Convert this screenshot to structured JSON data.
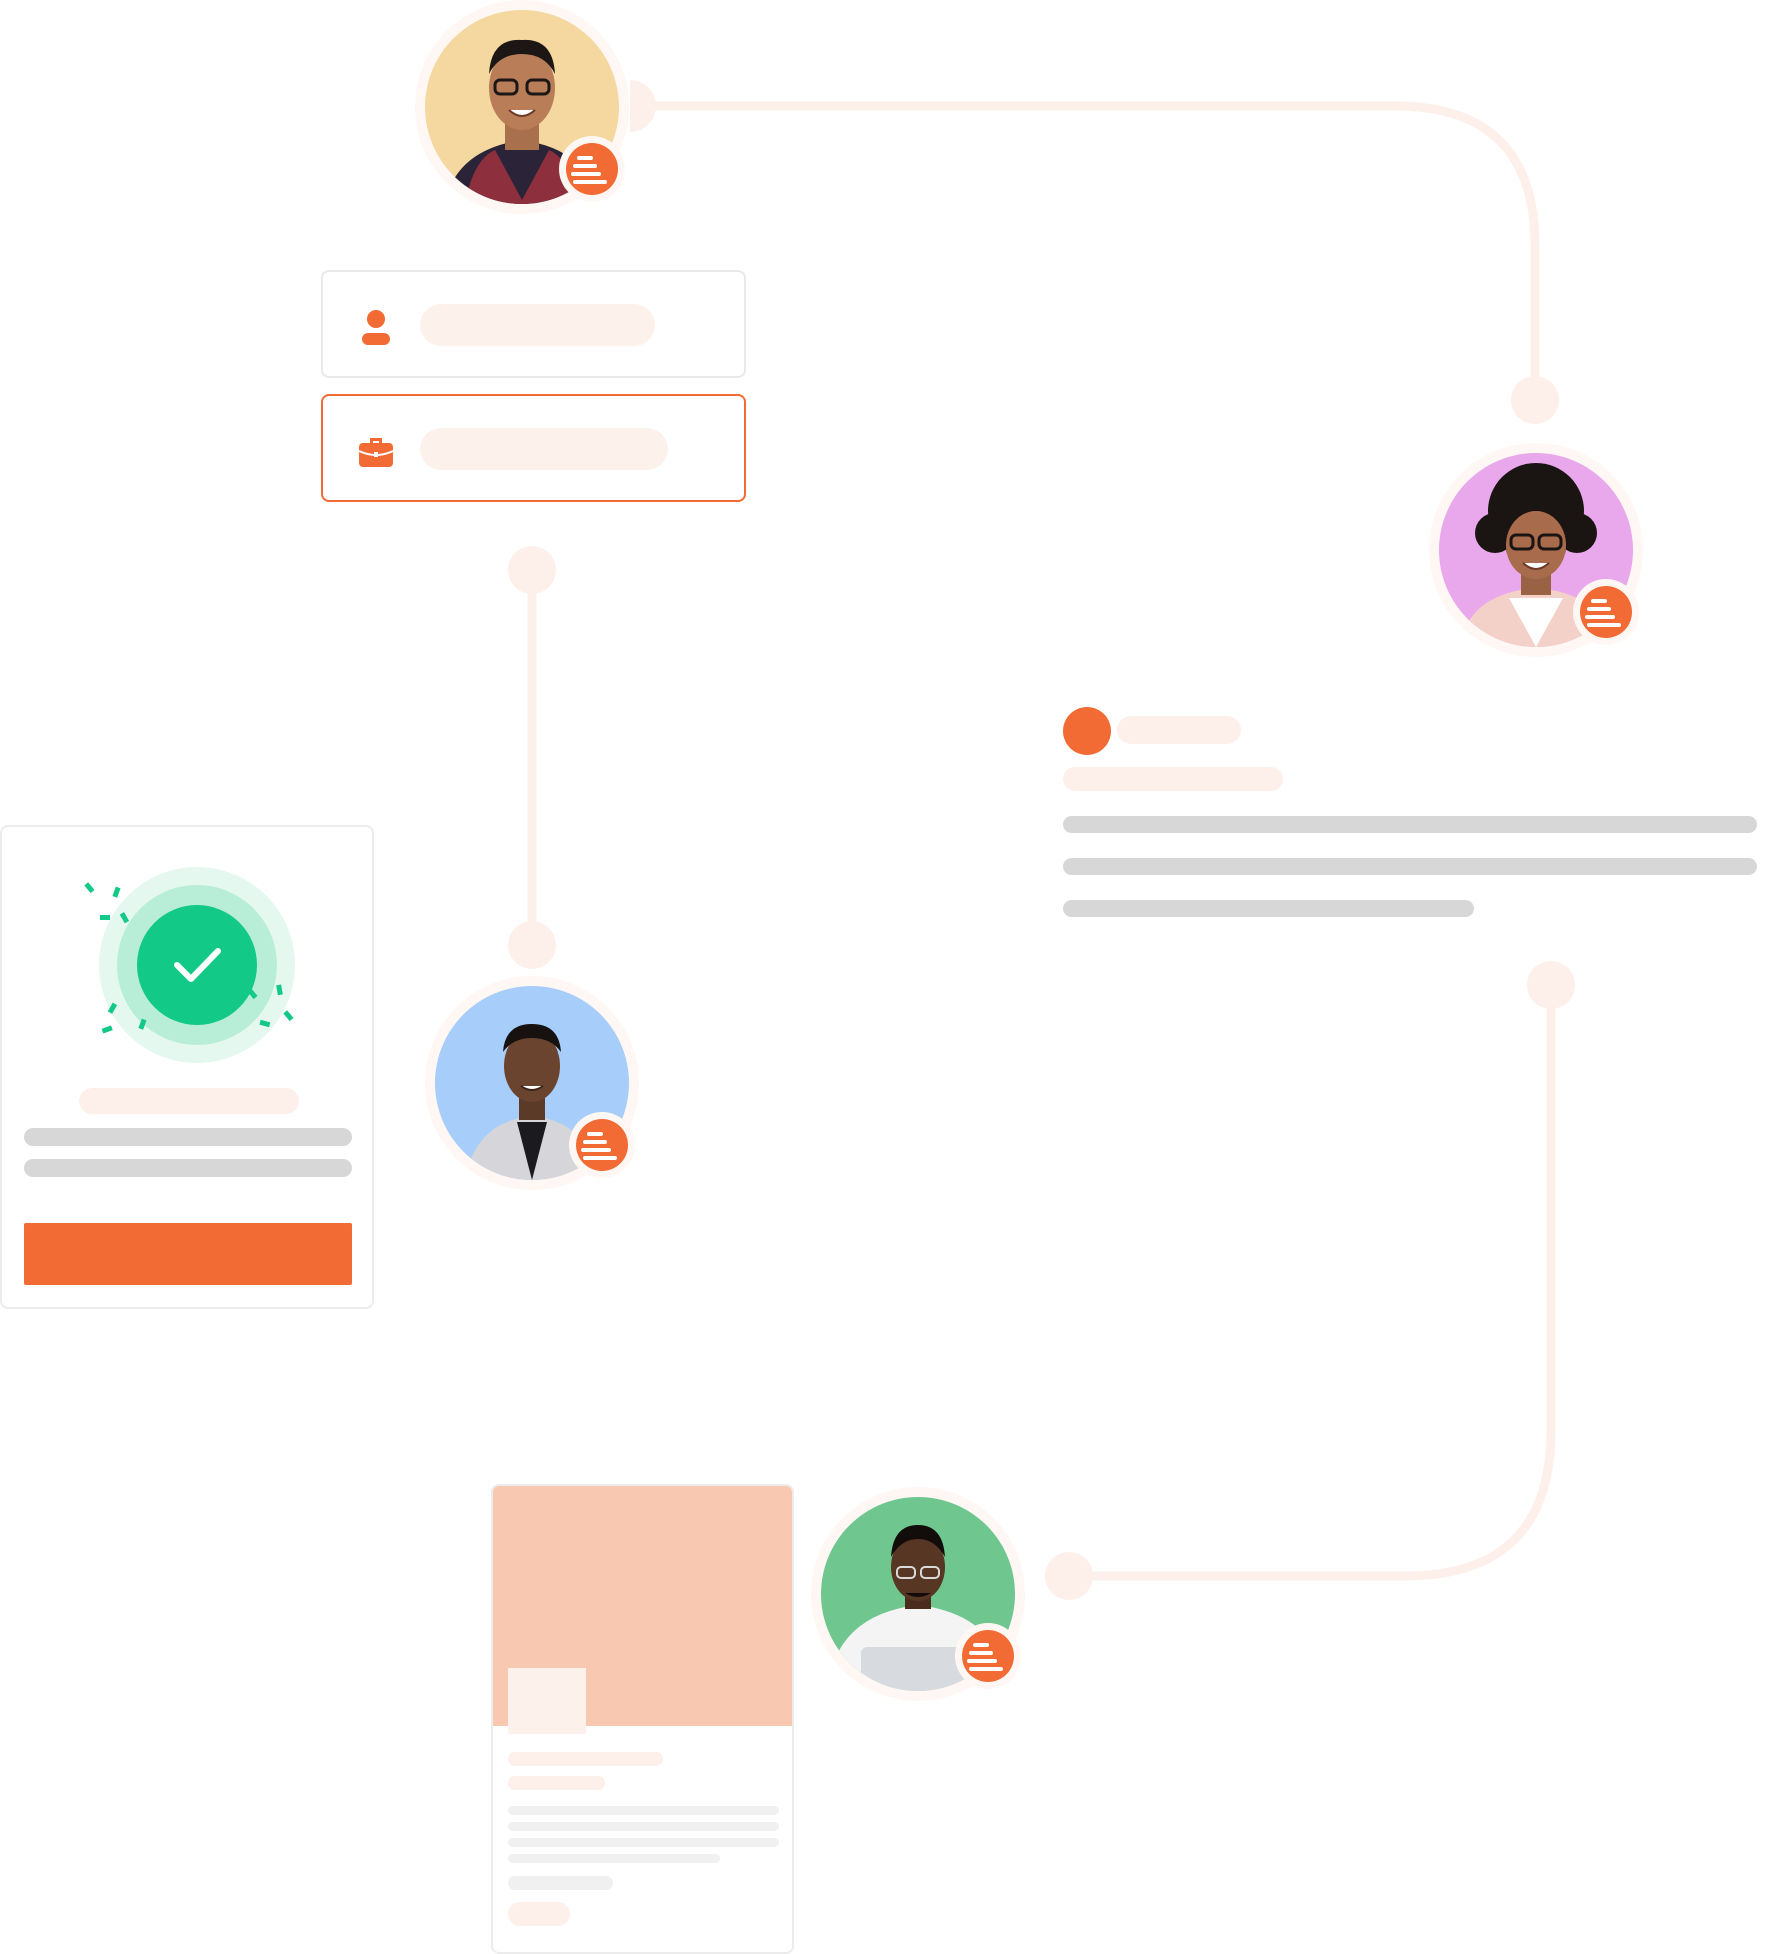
{
  "colors": {
    "accent": "#f26b34",
    "accent_light": "#fdf0eb",
    "connector": "#fdf0eb",
    "success": "#13c987",
    "avatar_yellow": "#f5d89f",
    "avatar_pink": "#e9a7ec",
    "avatar_blue": "#a7cdfb",
    "avatar_green": "#6fc78f",
    "job_banner": "#f9c8b1"
  },
  "icons": {
    "profile": "person-icon",
    "job": "briefcase-icon",
    "badge": "brand-logo-icon",
    "success": "checkmark-icon"
  },
  "people": [
    {
      "name_key": "avatar-top",
      "background": "#f5d89f"
    },
    {
      "name_key": "avatar-right",
      "background": "#e9a7ec"
    },
    {
      "name_key": "avatar-middle",
      "background": "#a7cdfb"
    },
    {
      "name_key": "avatar-bottom",
      "background": "#6fc78f"
    }
  ]
}
